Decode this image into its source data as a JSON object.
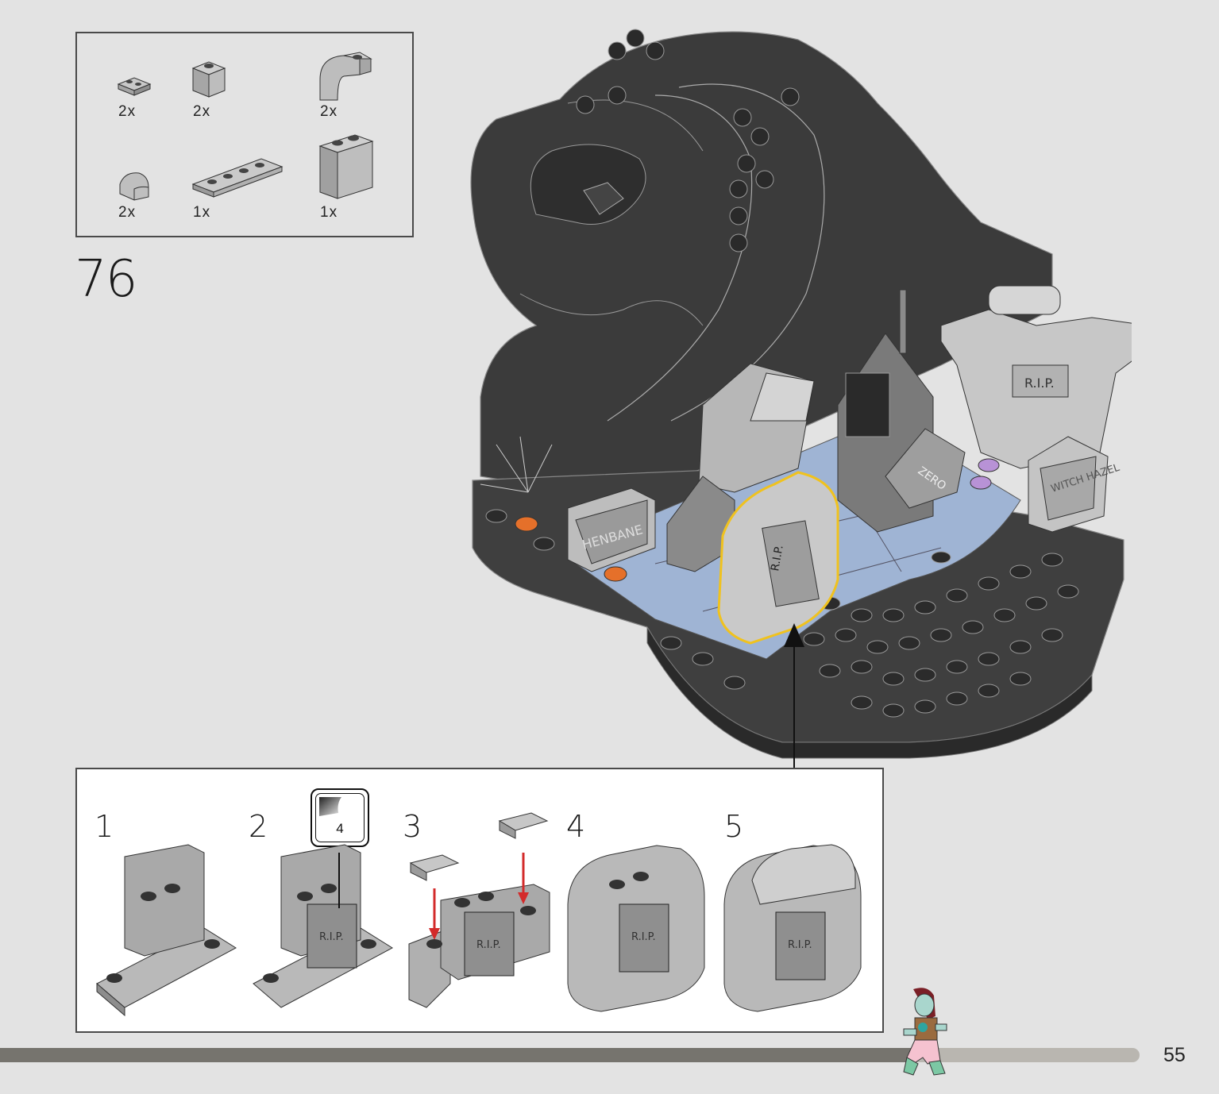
{
  "parts_list": {
    "items": [
      {
        "part": "plate-1x2-gray",
        "quantity": "2x"
      },
      {
        "part": "brick-1x1-gray",
        "quantity": "2x"
      },
      {
        "part": "curved-slope-2x2-gray",
        "quantity": "2x"
      },
      {
        "part": "brick-1x1-round-top-gray",
        "quantity": "2x"
      },
      {
        "part": "plate-1x4-gray",
        "quantity": "1x"
      },
      {
        "part": "brick-1x2x2-gray",
        "quantity": "1x"
      }
    ]
  },
  "step": {
    "number": "76"
  },
  "substeps": {
    "items": [
      {
        "number": "1"
      },
      {
        "number": "2"
      },
      {
        "number": "3"
      },
      {
        "number": "4"
      },
      {
        "number": "5"
      }
    ],
    "sticker_number": "4",
    "tombstone_text": "R.I.P."
  },
  "model": {
    "tombstone_labels": [
      "R.I.P.",
      "HENBANE",
      "ZERO",
      "WITCH HAZEL"
    ]
  },
  "page": {
    "number": "55",
    "progress_fraction": 0.8
  },
  "colors": {
    "background": "#e3e3e3",
    "highlight": "#f0c21e",
    "arrow_red": "#d32b2b",
    "base_blue": "#9fb4d4",
    "dark_gray": "#3a3a3a",
    "light_gray": "#c2c2c2"
  }
}
